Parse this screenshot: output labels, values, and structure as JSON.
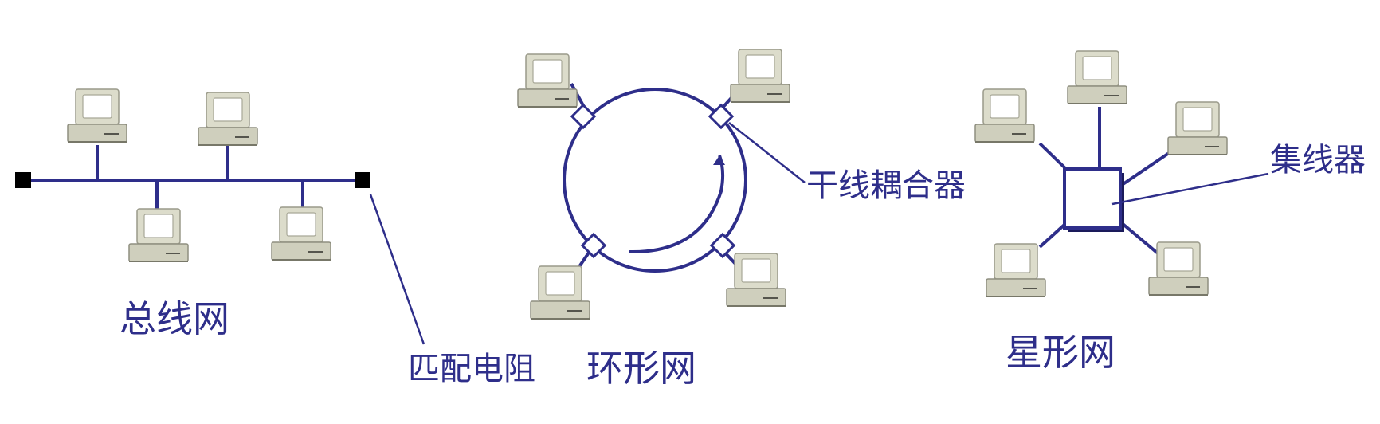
{
  "bus": {
    "label": "总线网",
    "terminator_label": "匹配电阻"
  },
  "ring": {
    "label": "环形网",
    "coupler_label": "干线耦合器"
  },
  "star": {
    "label": "星形网",
    "hub_label": "集线器"
  },
  "colors": {
    "line": "#2e2e8a",
    "terminator": "#000000",
    "computer": "#dcdccb"
  }
}
